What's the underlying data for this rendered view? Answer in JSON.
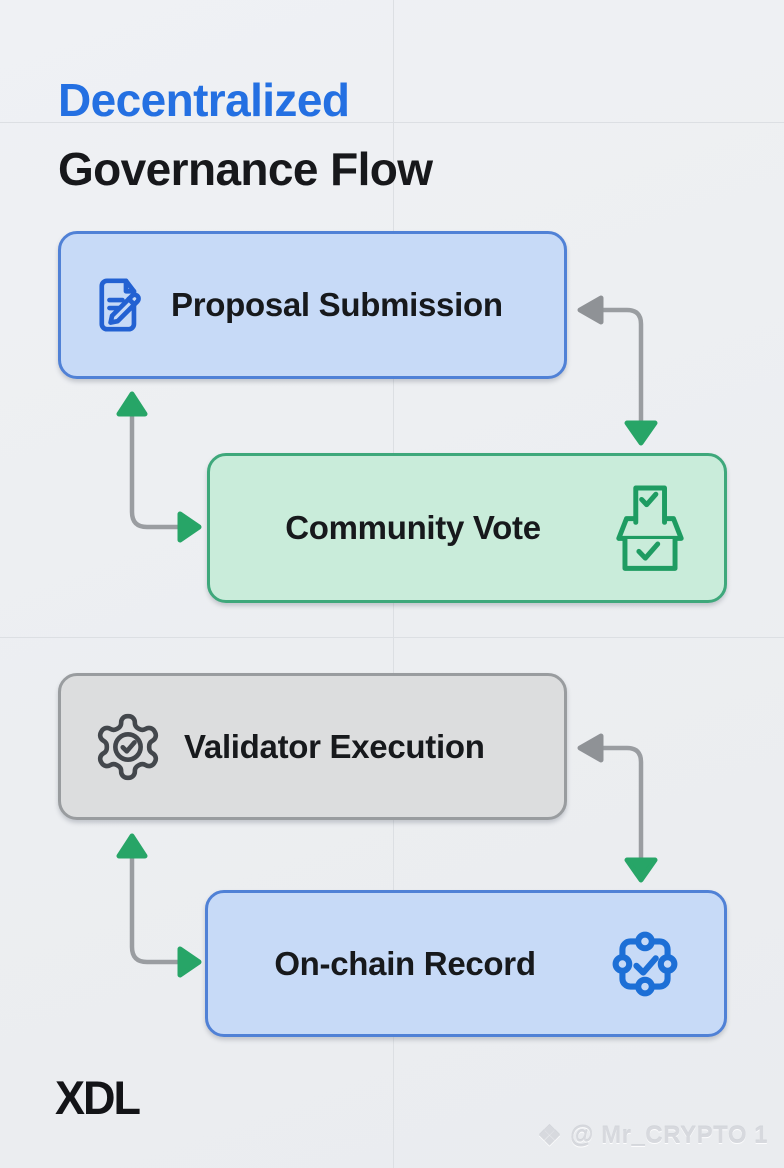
{
  "title": {
    "line1": "Decentralized",
    "line2": "Governance Flow"
  },
  "flow": {
    "nodes": [
      {
        "label": "Proposal Submission",
        "icon": "document-edit-icon",
        "style": "blue",
        "icon_position": "left"
      },
      {
        "label": "Community Vote",
        "icon": "ballot-box-icon",
        "style": "green",
        "icon_position": "right"
      },
      {
        "label": "Validator Execution",
        "icon": "gear-check-icon",
        "style": "gray",
        "icon_position": "left"
      },
      {
        "label": "On-chain Record",
        "icon": "network-check-icon",
        "style": "blue",
        "icon_position": "right"
      }
    ],
    "connections": [
      {
        "from": "Proposal Submission",
        "to": "Community Vote",
        "type": "bidirectional"
      },
      {
        "from": "Validator Execution",
        "to": "On-chain Record",
        "type": "bidirectional"
      }
    ]
  },
  "colors": {
    "background": "#edeff2",
    "grid_line": "#dcdfe3",
    "title_accent": "#2470e2",
    "title_text": "#17181b",
    "node_blue_fill": "#c7daf7",
    "node_blue_border": "#5081d6",
    "node_green_fill": "#c9ecda",
    "node_green_border": "#3ea87b",
    "node_gray_fill": "#dcddde",
    "node_gray_border": "#999c9f",
    "connector_line": "#9a9da1",
    "arrow_gray": "#8f9296",
    "arrow_green": "#27a567",
    "icon_blue": "#2361d2",
    "icon_green": "#1e9c62",
    "icon_gray": "#43474c"
  },
  "footer": {
    "logo": "XDL",
    "watermark": {
      "icon": "binance-diamond-icon",
      "text": "@ Mr_CRYPTO 1"
    }
  }
}
